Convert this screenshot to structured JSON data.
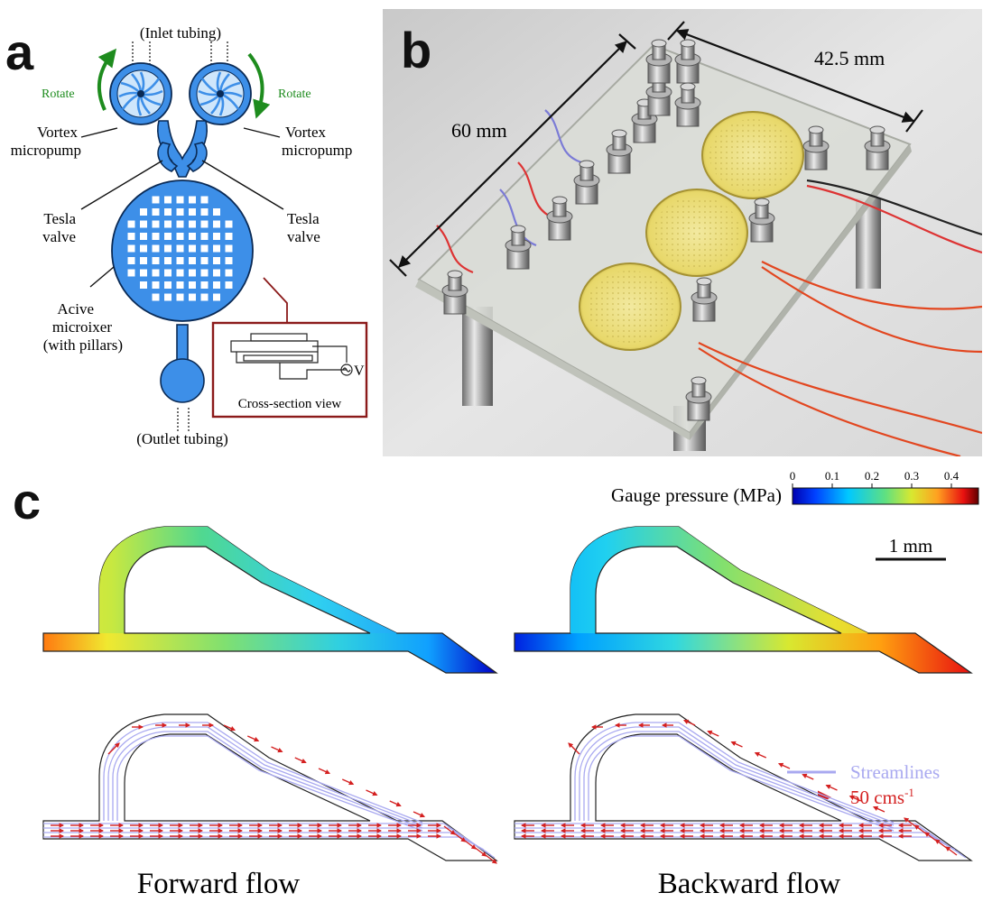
{
  "panel_a": {
    "letter": "a",
    "inlet_tubing": "(Inlet tubing)",
    "rotate_left": "Rotate",
    "rotate_right": "Rotate",
    "vortex_left_1": "Vortex",
    "vortex_left_2": "micropump",
    "vortex_right_1": "Vortex",
    "vortex_right_2": "micropump",
    "tesla_left_1": "Tesla",
    "tesla_left_2": "valve",
    "tesla_right_1": "Tesla",
    "tesla_right_2": "valve",
    "mixer_1": "Acive",
    "mixer_2": "microixer",
    "mixer_3": "(with pillars)",
    "cross_section": "Cross-section view",
    "voltage": "V",
    "outlet_tubing": "(Outlet tubing)",
    "colors": {
      "channel": "#3d8fe8",
      "channel_dark": "#0a2a55",
      "rotate": "#1e8c1e",
      "inset_border": "#8b1a1a"
    }
  },
  "panel_b": {
    "letter": "b",
    "dim_length": "60 mm",
    "dim_width": "42.5 mm"
  },
  "panel_c": {
    "letter": "c",
    "colorbar": {
      "title": "Gauge pressure (MPa)",
      "ticks": [
        "0",
        "0.1",
        "0.2",
        "0.3",
        "0.4"
      ]
    },
    "scale_bar": "1 mm",
    "legend_streamlines": "Streamlines",
    "legend_velocity": "50 cms",
    "legend_velocity_exp": "-1",
    "caption_forward": "Forward flow",
    "caption_backward": "Backward flow",
    "colors": {
      "streamline": "#a9a9f0",
      "arrow": "#d42020"
    }
  }
}
